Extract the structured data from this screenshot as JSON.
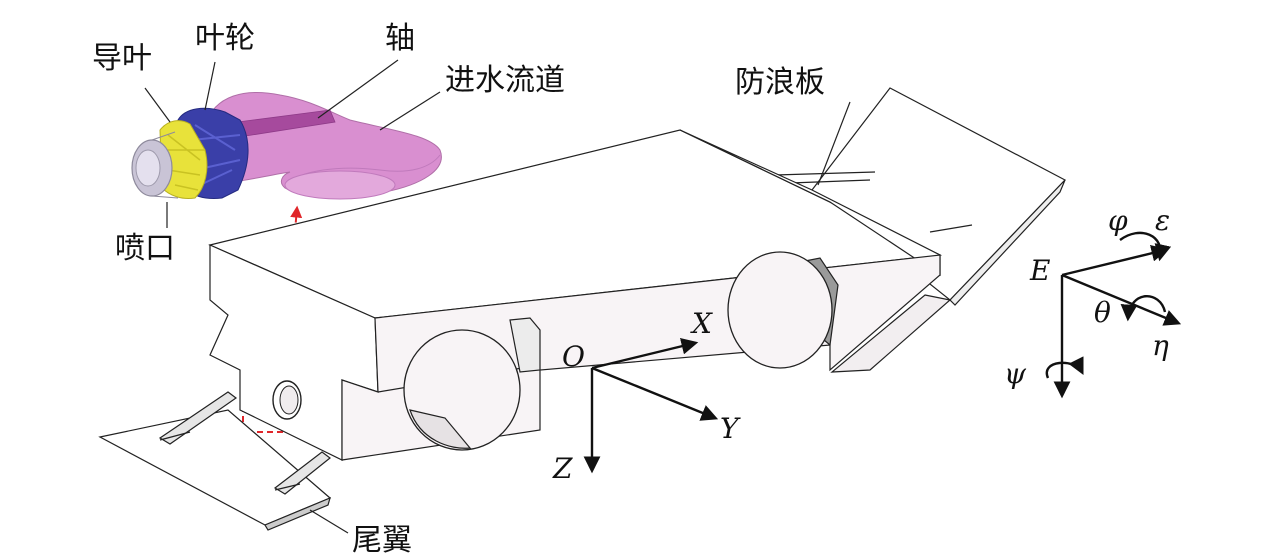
{
  "labels": {
    "guide_vane": "导叶",
    "impeller": "叶轮",
    "shaft": "轴",
    "inlet_duct": "进水流道",
    "nozzle": "喷口",
    "wave_plate": "防浪板",
    "tail_fin": "尾翼"
  },
  "body_frame": {
    "origin": "O",
    "x": "X",
    "y": "Y",
    "z": "Z"
  },
  "earth_frame": {
    "origin": "E",
    "phi": "φ",
    "epsilon": "ε",
    "theta": "θ",
    "eta": "η",
    "psi": "ψ"
  },
  "colors": {
    "duct_pink": "#d98fd0",
    "impeller_blue": "#3a3fa8",
    "guide_vane_yellow": "#e8e23a",
    "nozzle_gray": "#c9c4d6",
    "highlight_red": "#e0262a",
    "hull_fill": "#f8f4f6",
    "line": "#222222"
  }
}
